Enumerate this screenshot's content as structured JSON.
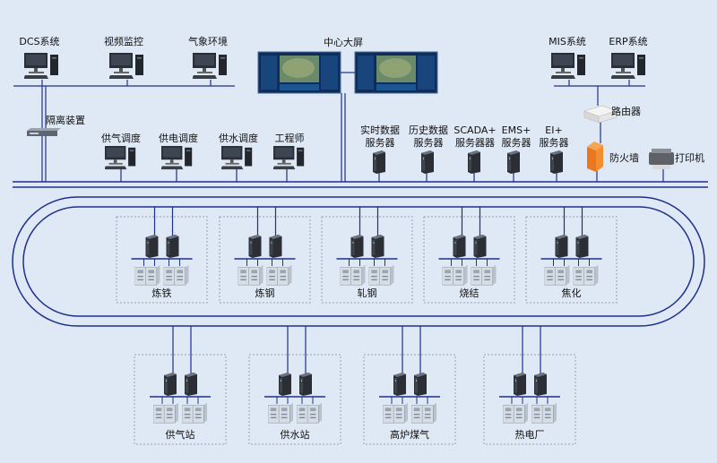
{
  "colors": {
    "background": "#dfe9f5",
    "line": "#1f2f8c",
    "box_border": "#8ea1bf",
    "firewall": "#f08a2c",
    "text": "#111111"
  },
  "labels": {
    "dcs": "DCS系统",
    "video": "视频监控",
    "weather": "气象环境",
    "center_screen": "中心大屏",
    "mis": "MIS系统",
    "erp": "ERP系统",
    "isolation": "隔离装置",
    "router": "路由器",
    "firewall": "防火墙",
    "printer": "打印机",
    "gas_dispatch": "供气调度",
    "power_dispatch": "供电调度",
    "water_dispatch": "供水调度",
    "engineer": "工程师",
    "realtime_server": [
      "实时数据",
      "服务器"
    ],
    "history_server": [
      "历史数据",
      "服务器"
    ],
    "scada_server": [
      "SCADA+",
      "服务器器"
    ],
    "ems_server": [
      "EMS+",
      "服务器"
    ],
    "ei_server": [
      "EI+",
      "服务器"
    ]
  },
  "stations_top": [
    "炼铁",
    "炼钢",
    "轧钢",
    "烧结",
    "焦化"
  ],
  "stations_bottom": [
    "供气站",
    "供水站",
    "高炉煤气",
    "热电厂"
  ],
  "icons": {
    "computer": "desktop-computer-icon",
    "server": "tower-server-icon",
    "cabinet": "switch-cabinet-icon",
    "screen": "video-wall-icon",
    "router": "router-icon",
    "firewall": "firewall-icon",
    "printer": "printer-icon",
    "isolation": "isolation-device-icon"
  }
}
